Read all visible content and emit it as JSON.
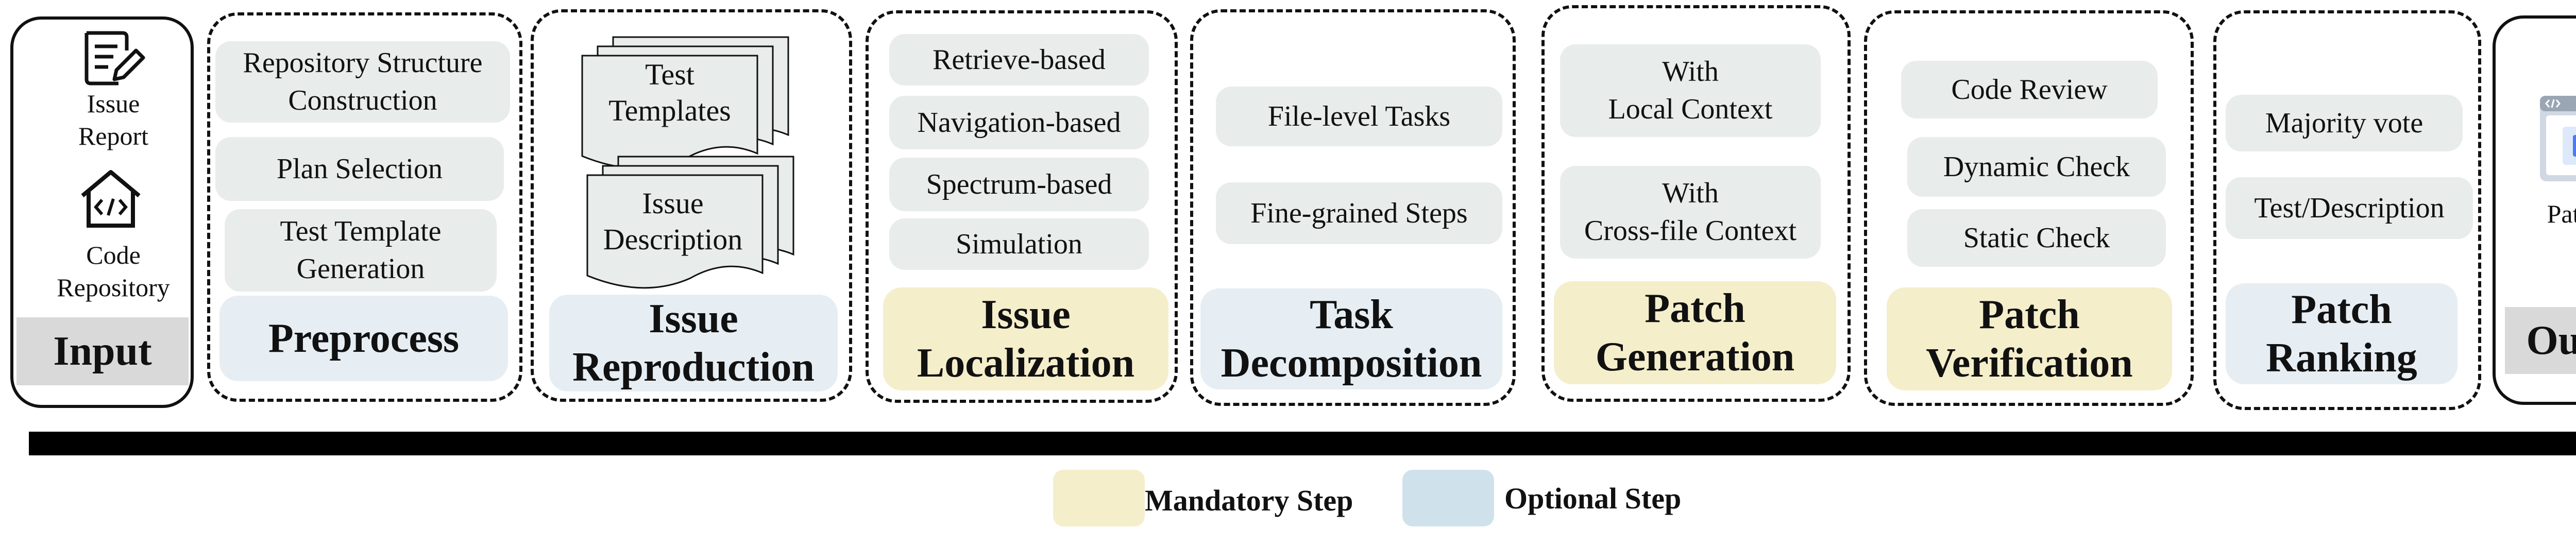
{
  "input": {
    "issue_report": "Issue\nReport",
    "code_repository": "Code\nRepository",
    "label": "Input",
    "icons": [
      "report-edit-icon",
      "code-house-icon"
    ]
  },
  "preprocess": {
    "items": [
      "Repository Structure\nConstruction",
      "Plan Selection",
      "Test Template\nGeneration"
    ],
    "label": "Preprocess",
    "step_type": "optional"
  },
  "issue_reproduction": {
    "test_templates": "Test\nTemplates",
    "issue_description": "Issue\nDescription",
    "label": "Issue\nReproduction",
    "step_type": "optional"
  },
  "issue_localization": {
    "items": [
      "Retrieve-based",
      "Navigation-based",
      "Spectrum-based",
      "Simulation"
    ],
    "label": "Issue\nLocalization",
    "step_type": "mandatory"
  },
  "task_decomposition": {
    "items": [
      "File-level Tasks",
      "Fine-grained Steps"
    ],
    "label": "Task\nDecomposition",
    "step_type": "optional"
  },
  "patch_generation": {
    "items": [
      "With\nLocal Context",
      "With\nCross-file Context"
    ],
    "label": "Patch\nGeneration",
    "step_type": "mandatory"
  },
  "patch_verification": {
    "items": [
      "Code Review",
      "Dynamic Check",
      "Static Check"
    ],
    "label": "Patch\nVerification",
    "step_type": "mandatory"
  },
  "patch_ranking": {
    "items": [
      "Majority vote",
      "Test/Description"
    ],
    "label": "Patch\nRanking",
    "step_type": "optional"
  },
  "output": {
    "patches": "Patches",
    "label": "Output",
    "icon": "browser-window-code-icon"
  },
  "legend": {
    "mandatory": "Mandatory Step",
    "optional": "Optional Step"
  },
  "colors": {
    "mandatory": "#f5eecb",
    "optional": "#e6eef3",
    "chip": "#e8ecea",
    "input_output_label": "#d9d9d9",
    "arrow": "#000000"
  }
}
